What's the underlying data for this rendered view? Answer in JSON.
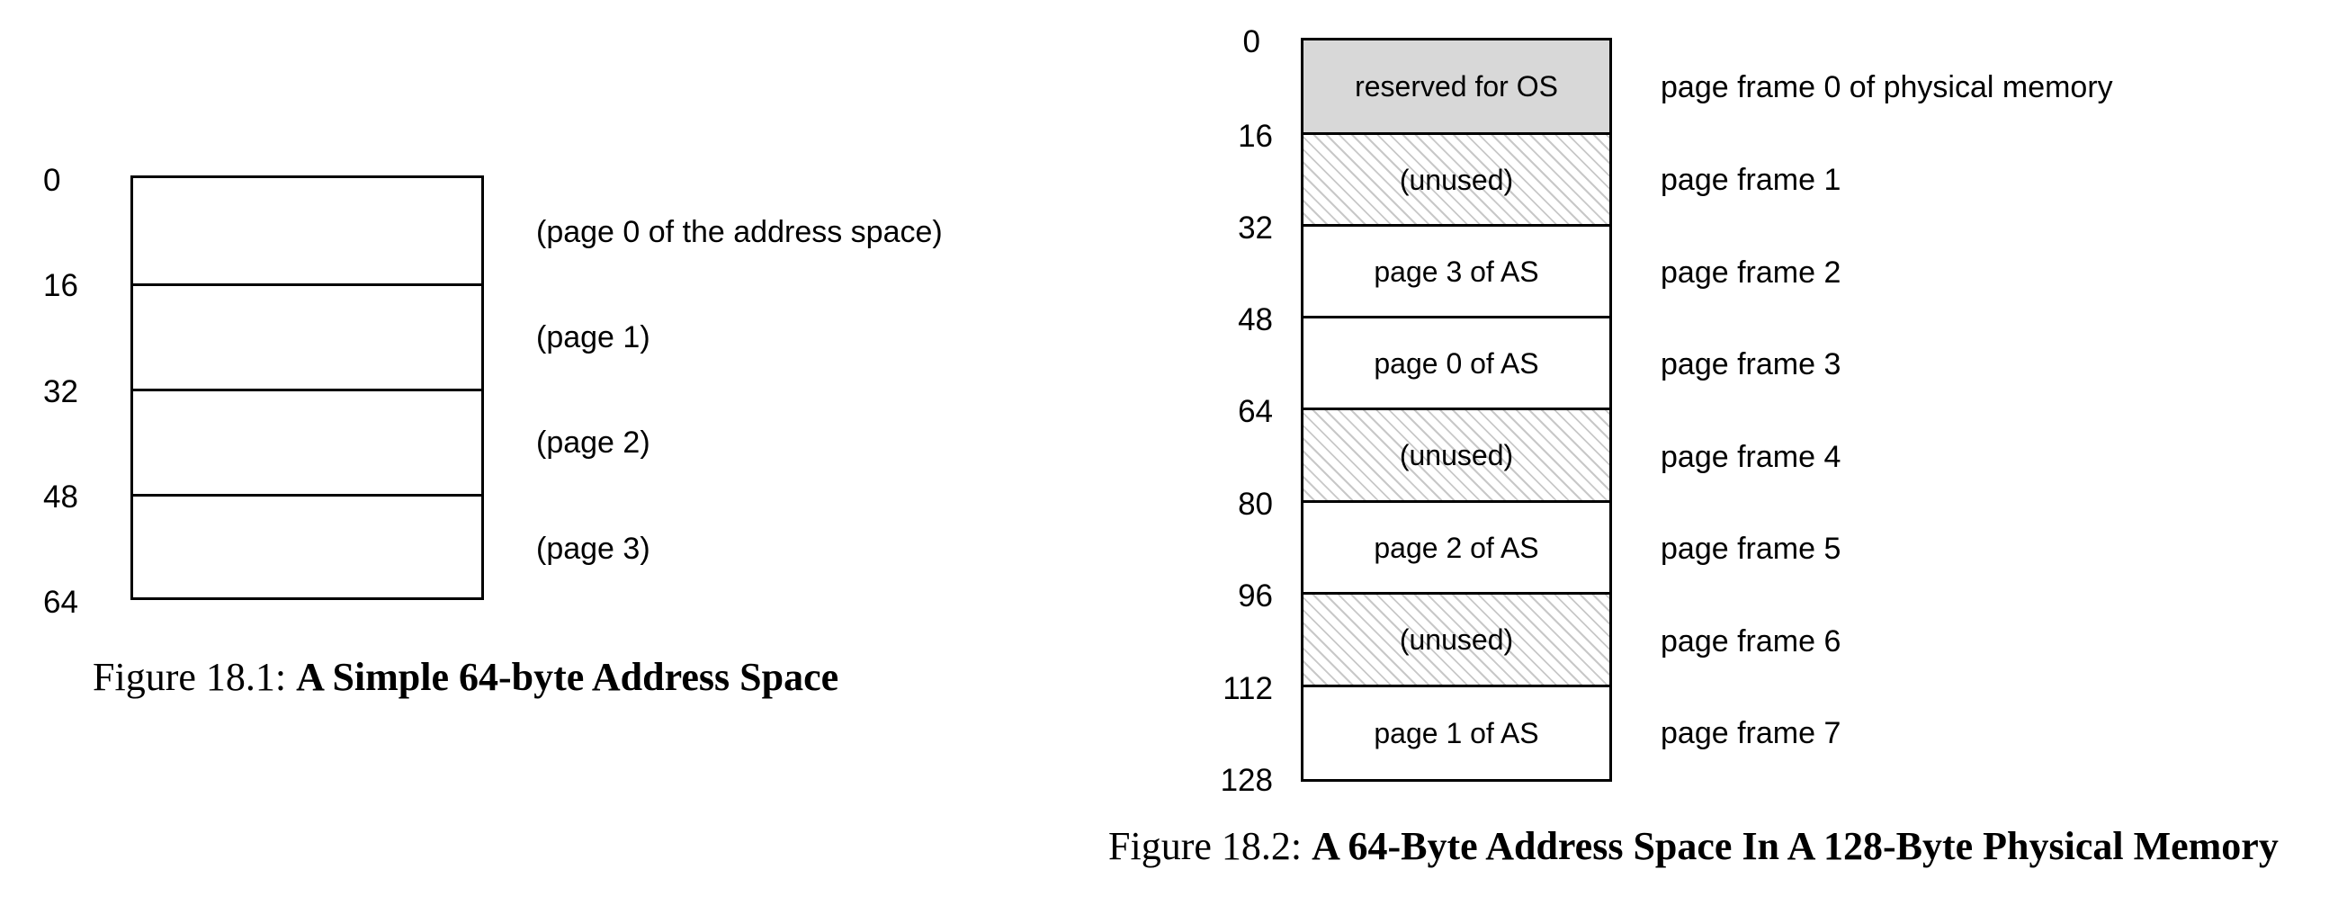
{
  "figure1": {
    "addresses": [
      "0",
      "16",
      "32",
      "48",
      "64"
    ],
    "pages": [
      "(page 0 of the address space)",
      "(page 1)",
      "(page 2)",
      "(page 3)"
    ],
    "caption_prefix": "Figure 18.1:",
    "caption_title": "A Simple 64-byte Address Space"
  },
  "figure2": {
    "addresses": [
      "0",
      "16",
      "32",
      "48",
      "64",
      "80",
      "96",
      "112",
      "128"
    ],
    "cells": [
      {
        "label": "reserved for OS",
        "kind": "os"
      },
      {
        "label": "(unused)",
        "kind": "unused"
      },
      {
        "label": "page 3 of AS",
        "kind": "used"
      },
      {
        "label": "page 0 of AS",
        "kind": "used"
      },
      {
        "label": "(unused)",
        "kind": "unused"
      },
      {
        "label": "page 2 of AS",
        "kind": "used"
      },
      {
        "label": "(unused)",
        "kind": "unused"
      },
      {
        "label": "page 1 of AS",
        "kind": "used"
      }
    ],
    "frames": [
      "page frame 0 of physical memory",
      "page frame 1",
      "page frame 2",
      "page frame 3",
      "page frame 4",
      "page frame 5",
      "page frame 6",
      "page frame 7"
    ],
    "caption_prefix": "Figure 18.2:",
    "caption_title": "A 64-Byte Address Space In A 128-Byte Physical Memory"
  },
  "colors": {
    "reserved_fill": "#d8d8d8",
    "unused_hatch": "#c8c8c8",
    "line": "#000000"
  }
}
